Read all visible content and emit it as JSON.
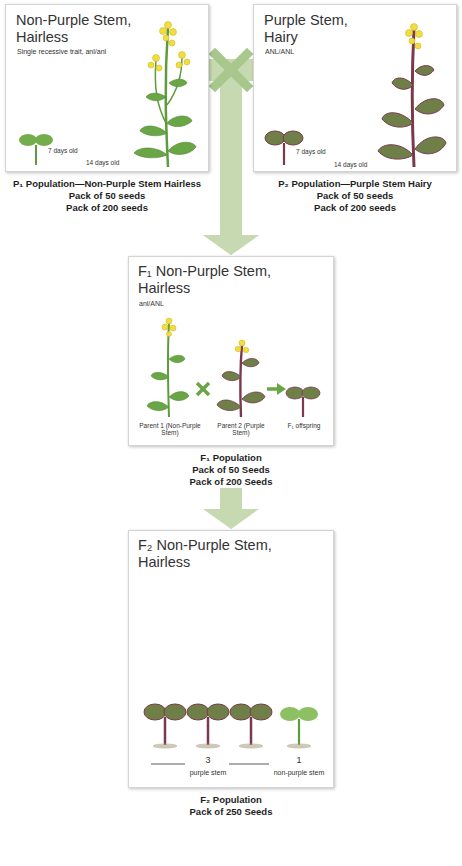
{
  "diagram": {
    "nodes": [
      {
        "text": [
          "Non-Purple Stem, Hairless",
          "Single recessive trait, anl/anl",
          "7 days old",
          "14 days old",
          "P₁ Population—Non-Purple Stem Hairless",
          "Pack of 50 seeds",
          "Pack of 200 seeds"
        ]
      },
      {
        "text": [
          "Purple Stem, Hairy",
          "ANL/ANL",
          "7 days old",
          "14 days old",
          "P₂ Population—Purple Stem Hairy",
          "Pack of 50 seeds",
          "Pack of 200 seeds"
        ]
      },
      {
        "text": [
          "F₁ Non-Purple Stem, Hairless",
          "anl/ANL",
          "Parent 1 (Non-Purple Stem)",
          "Parent 2 (Purple Stem)",
          "F₁ offspring",
          "F₁ Population",
          "Pack of 50 Seeds",
          "Pack of 200 Seeds"
        ]
      },
      {
        "text": [
          "F₂ Non-Purple Stem, Hairless",
          "3",
          "purple stem",
          "1",
          "non-purple stem",
          "F₂ Population",
          "Pack of 250 Seeds"
        ]
      }
    ],
    "edges": [
      {
        "from": 0,
        "to": 2,
        "arrow": "to"
      },
      {
        "from": 1,
        "to": 2,
        "arrow": "to"
      },
      {
        "from": 2,
        "to": 3,
        "arrow": "to"
      }
    ]
  }
}
